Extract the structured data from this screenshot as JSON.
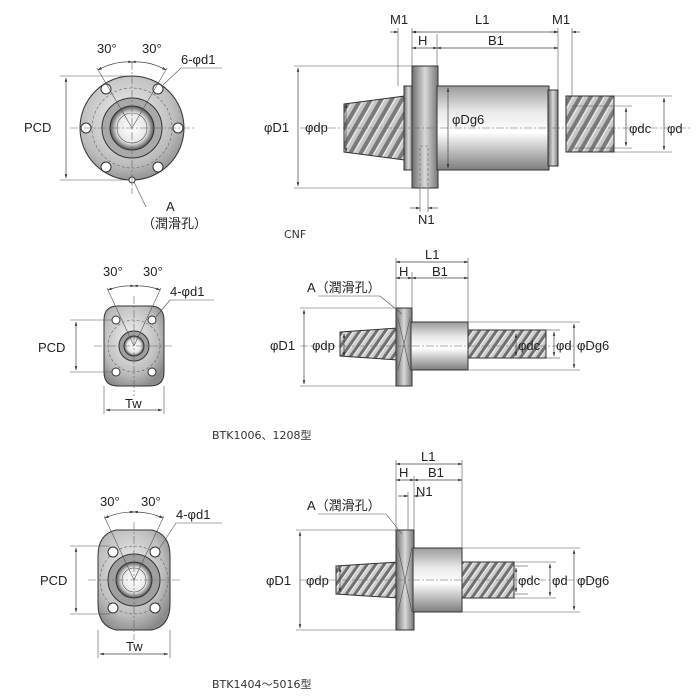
{
  "panel1": {
    "front": {
      "angle_left": "30°",
      "angle_right": "30°",
      "holes": "6-φd1",
      "pcd": "PCD",
      "lube_hole": "A",
      "lube_hole_note": "（潤滑孔）"
    },
    "side": {
      "M1_left": "M1",
      "L1": "L1",
      "M1_right": "M1",
      "H": "H",
      "B1": "B1",
      "D1": "φD1",
      "dp": "φdp",
      "Dg6": "φDg6",
      "dc": "φdc",
      "d": "φd",
      "N1": "N1"
    },
    "caption": "CNF"
  },
  "panel2": {
    "front": {
      "angle_left": "30°",
      "angle_right": "30°",
      "holes": "4-φd1",
      "pcd": "PCD",
      "tw": "Tw"
    },
    "side": {
      "L1": "L1",
      "lube": "A（潤滑孔）",
      "H": "H",
      "B1": "B1",
      "D1": "φD1",
      "dp": "φdp",
      "dc": "φdc",
      "d": "φd",
      "Dg6": "φDg6"
    },
    "caption": "BTK1006、1208型"
  },
  "panel3": {
    "front": {
      "angle_left": "30°",
      "angle_right": "30°",
      "holes": "4-φd1",
      "pcd": "PCD",
      "tw": "Tw"
    },
    "side": {
      "L1": "L1",
      "H": "H",
      "B1": "B1",
      "N1": "N1",
      "lube": "A（潤滑孔）",
      "D1": "φD1",
      "dp": "φdp",
      "dc": "φdc",
      "d": "φd",
      "Dg6": "φDg6"
    },
    "caption": "BTK1404～5016型"
  }
}
